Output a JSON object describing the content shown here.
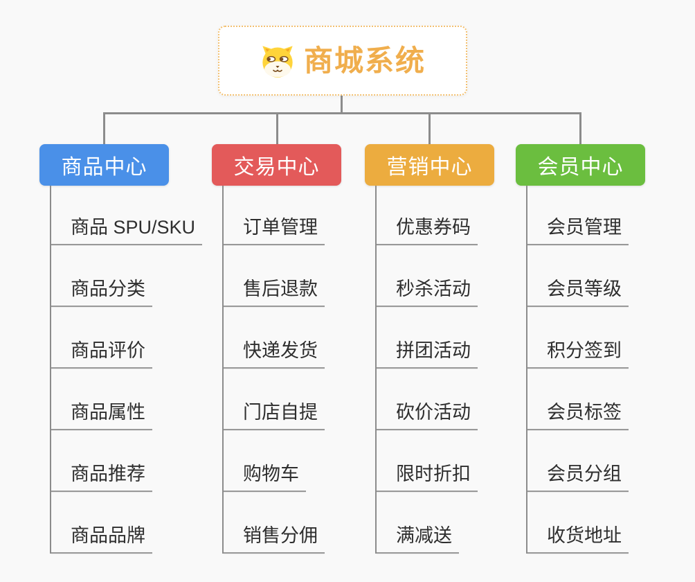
{
  "canvas": {
    "background_color": "#f9f9f9",
    "connector_color": "#8c8c8c",
    "underline_color": "#999999"
  },
  "root": {
    "title": "商城系统",
    "title_color": "#f0ae4d",
    "border_color": "#f3c070",
    "icon": "dog-face-icon"
  },
  "branches": [
    {
      "label": "商品中心",
      "color": "#4a90e8",
      "children": [
        "商品 SPU/SKU",
        "商品分类",
        "商品评价",
        "商品属性",
        "商品推荐",
        "商品品牌"
      ]
    },
    {
      "label": "交易中心",
      "color": "#e35a5a",
      "children": [
        "订单管理",
        "售后退款",
        "快递发货",
        "门店自提",
        "购物车",
        "销售分佣"
      ]
    },
    {
      "label": "营销中心",
      "color": "#ecac3f",
      "children": [
        "优惠券码",
        "秒杀活动",
        "拼团活动",
        "砍价活动",
        "限时折扣",
        "满减送"
      ]
    },
    {
      "label": "会员中心",
      "color": "#6bbe3f",
      "children": [
        "会员管理",
        "会员等级",
        "积分签到",
        "会员标签",
        "会员分组",
        "收货地址"
      ]
    }
  ]
}
